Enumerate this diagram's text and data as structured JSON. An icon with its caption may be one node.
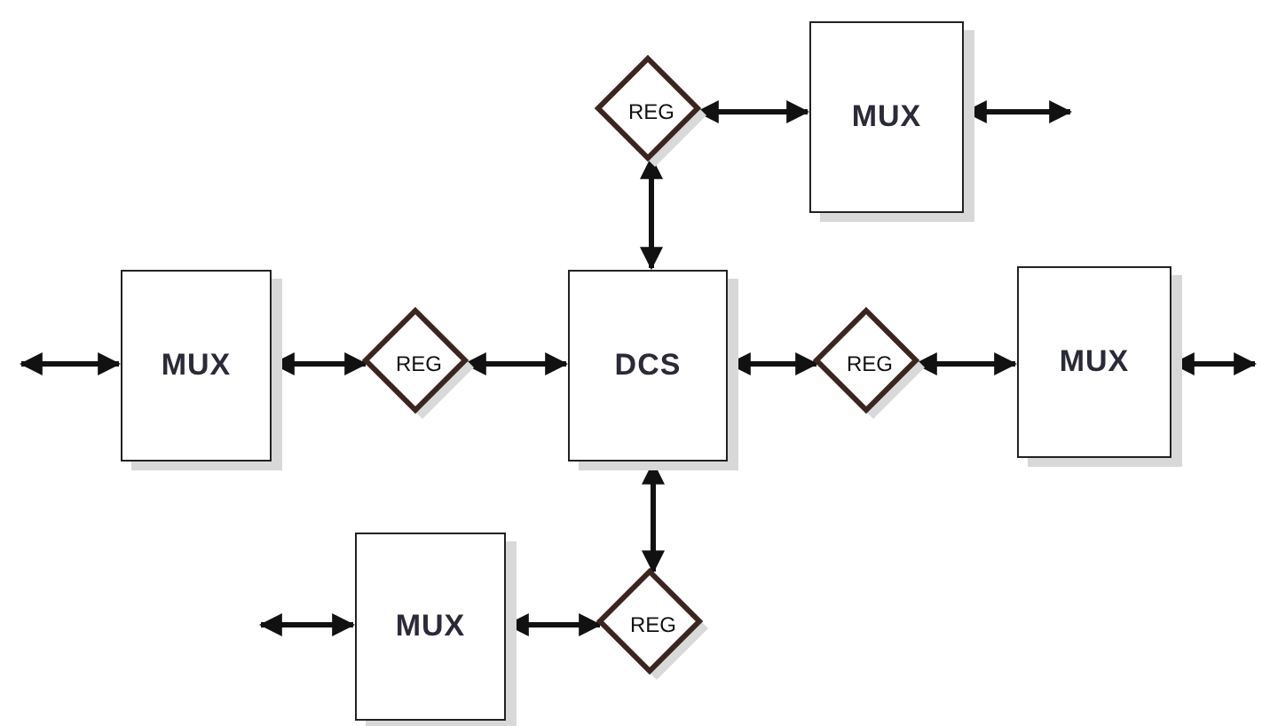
{
  "diagram": {
    "nodes": [
      {
        "text": [
          "REG"
        ]
      },
      {
        "text": [
          "MUX"
        ]
      },
      {
        "text": [
          "MUX"
        ]
      },
      {
        "text": [
          "REG"
        ]
      },
      {
        "text": [
          "DCS"
        ]
      },
      {
        "text": [
          "REG"
        ]
      },
      {
        "text": [
          "MUX"
        ]
      },
      {
        "text": [
          "MUX"
        ]
      },
      {
        "text": [
          "REG"
        ]
      }
    ],
    "edges": [
      {
        "from": 0,
        "to": 1,
        "arrow": "both"
      },
      {
        "from": 1,
        "to": null,
        "arrow": "both"
      },
      {
        "from": 4,
        "to": 0,
        "arrow": "both"
      },
      {
        "from": null,
        "to": 2,
        "arrow": "both"
      },
      {
        "from": 2,
        "to": 3,
        "arrow": "both"
      },
      {
        "from": 3,
        "to": 4,
        "arrow": "both"
      },
      {
        "from": 4,
        "to": 5,
        "arrow": "both"
      },
      {
        "from": 5,
        "to": 6,
        "arrow": "both"
      },
      {
        "from": 6,
        "to": null,
        "arrow": "both"
      },
      {
        "from": 4,
        "to": 8,
        "arrow": "both"
      },
      {
        "from": 7,
        "to": 8,
        "arrow": "both"
      },
      {
        "from": null,
        "to": 7,
        "arrow": "both"
      }
    ]
  }
}
